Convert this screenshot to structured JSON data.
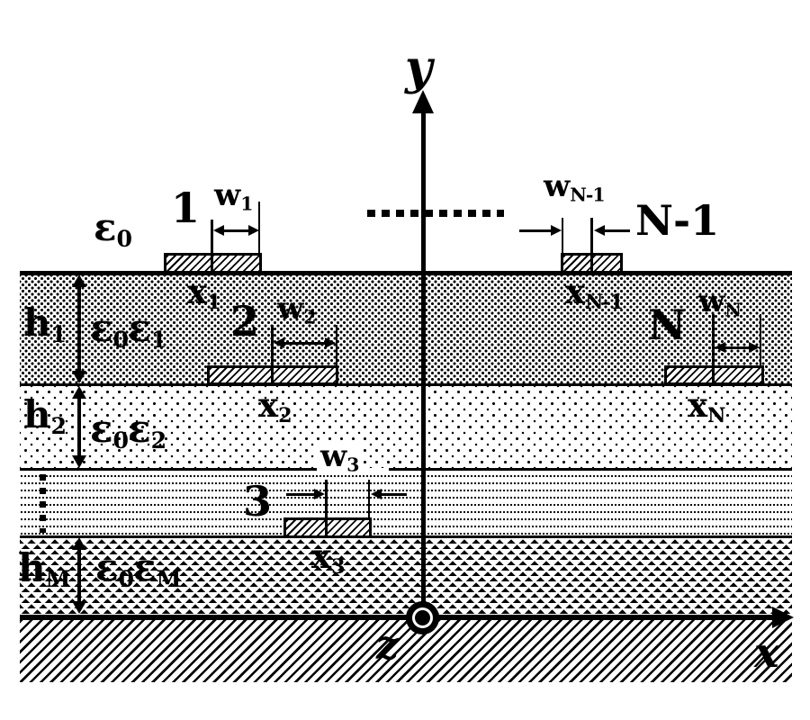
{
  "axes": {
    "y_label": "y",
    "x_label": "x",
    "z_label": "z"
  },
  "air": {
    "eps": {
      "base": "ε",
      "sub": "0"
    }
  },
  "layers": [
    {
      "h": {
        "base": "h",
        "sub": "1"
      },
      "eps": [
        {
          "base": "ε",
          "sub": "0"
        },
        {
          "base": "ε",
          "sub": "1"
        }
      ]
    },
    {
      "h": {
        "base": "h",
        "sub": "2"
      },
      "eps": [
        {
          "base": "ε",
          "sub": "0"
        },
        {
          "base": "ε",
          "sub": "2"
        }
      ]
    },
    {
      "h": {
        "base": "h",
        "sub": "M"
      },
      "eps": [
        {
          "base": "ε",
          "sub": "0"
        },
        {
          "base": "ε",
          "sub": "M"
        }
      ]
    }
  ],
  "conductors": [
    {
      "number": "1",
      "w": {
        "base": "w",
        "sub": "1"
      },
      "x": {
        "base": "x",
        "sub": "1"
      }
    },
    {
      "number": "2",
      "w": {
        "base": "w",
        "sub": "2"
      },
      "x": {
        "base": "x",
        "sub": "2"
      }
    },
    {
      "number": "3",
      "w": {
        "base": "w",
        "sub": "3"
      },
      "x": {
        "base": "x",
        "sub": "3"
      }
    },
    {
      "number": "N-1",
      "w": {
        "base": "w",
        "sub": "N-1"
      },
      "x": {
        "base": "x",
        "sub": "N-1"
      }
    },
    {
      "number": "N",
      "w": {
        "base": "w",
        "sub": "N"
      },
      "x": {
        "base": "x",
        "sub": "N"
      }
    }
  ],
  "colors": {
    "ink": "#000000",
    "background": "#ffffff"
  }
}
